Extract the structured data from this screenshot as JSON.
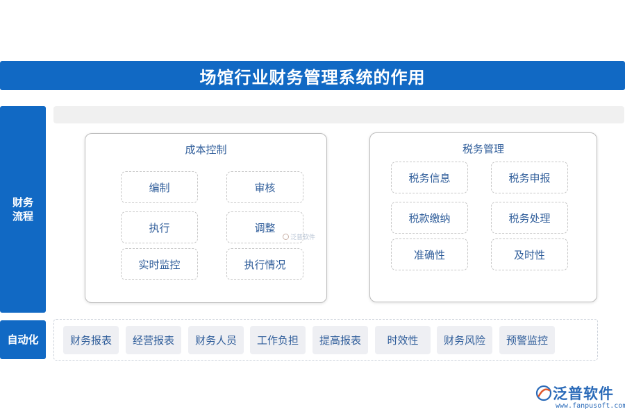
{
  "title": "场馆行业财务管理系统的作用",
  "side_labels": {
    "finance_line1": "财务",
    "finance_line2": "流程",
    "automation": "自动化"
  },
  "cost_control": {
    "title": "成本控制",
    "items": [
      "编制",
      "审核",
      "执行",
      "调整",
      "实时监控",
      "执行情况"
    ]
  },
  "tax_management": {
    "title": "税务管理",
    "items": [
      "税务信息",
      "税务申报",
      "税款缴纳",
      "税务处理",
      "准确性",
      "及时性"
    ]
  },
  "automation_items": [
    "财务报表",
    "经营报表",
    "财务人员",
    "工作负担",
    "提高报表",
    "时效性",
    "财务风险",
    "预警监控"
  ],
  "watermark": "泛普软件",
  "logo": {
    "brand": "泛普软件",
    "url": "www.fanpusoft.com",
    "color": "#2a6ab8"
  },
  "colors": {
    "accent": "#1169c4",
    "text": "#2f5d9a"
  }
}
